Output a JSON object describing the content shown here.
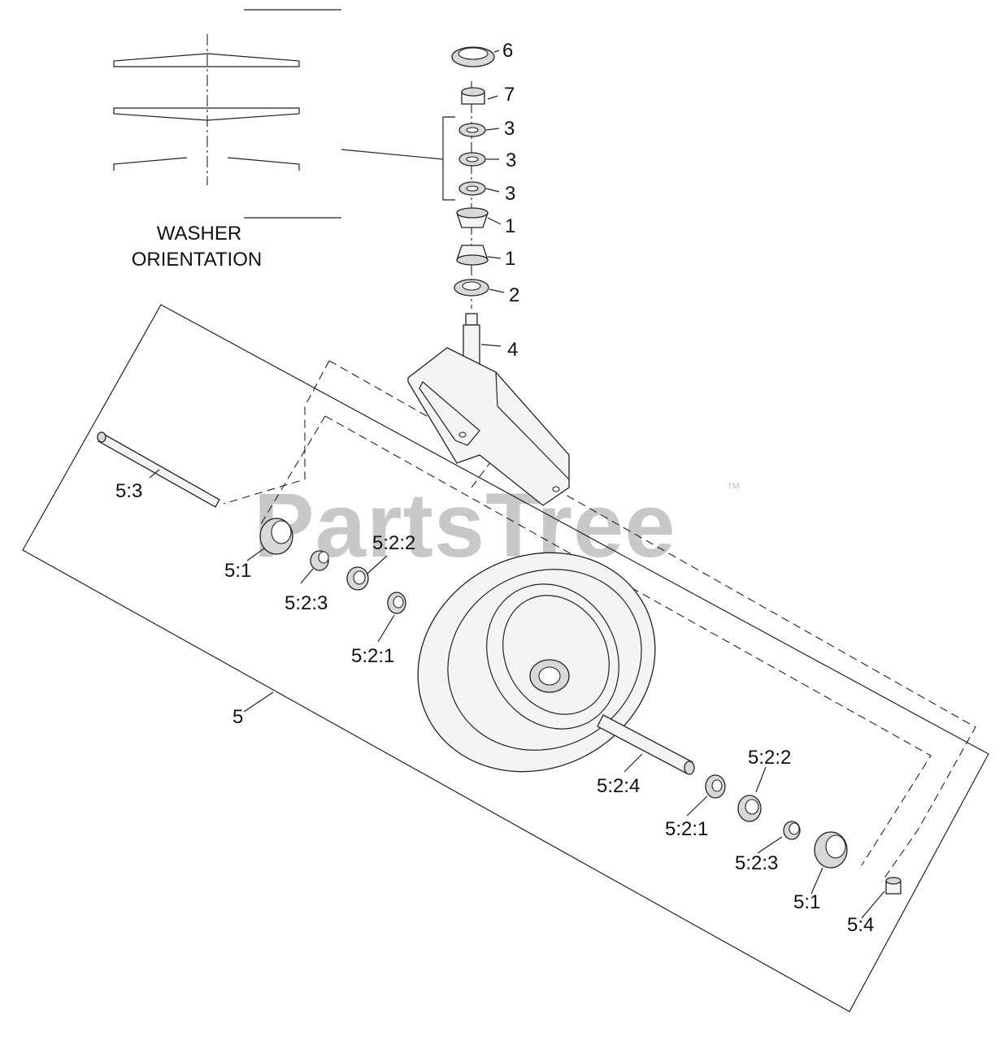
{
  "washer_orientation": {
    "line1": "WASHER",
    "line2": "ORIENTATION"
  },
  "callouts": {
    "c6": "6",
    "c7": "7",
    "c3a": "3",
    "c3b": "3",
    "c3c": "3",
    "c1a": "1",
    "c1b": "1",
    "c2": "2",
    "c4": "4",
    "c5": "5",
    "c53": "5:3",
    "c51_left": "5:1",
    "c523_left": "5:2:3",
    "c522_left": "5:2:2",
    "c521_left": "5:2:1",
    "c524": "5:2:4",
    "c521_right": "5:2:1",
    "c522_right": "5:2:2",
    "c523_right": "5:2:3",
    "c51_right": "5:1",
    "c54": "5:4"
  },
  "watermark": {
    "text": "PartsTree",
    "trademark": "™"
  }
}
